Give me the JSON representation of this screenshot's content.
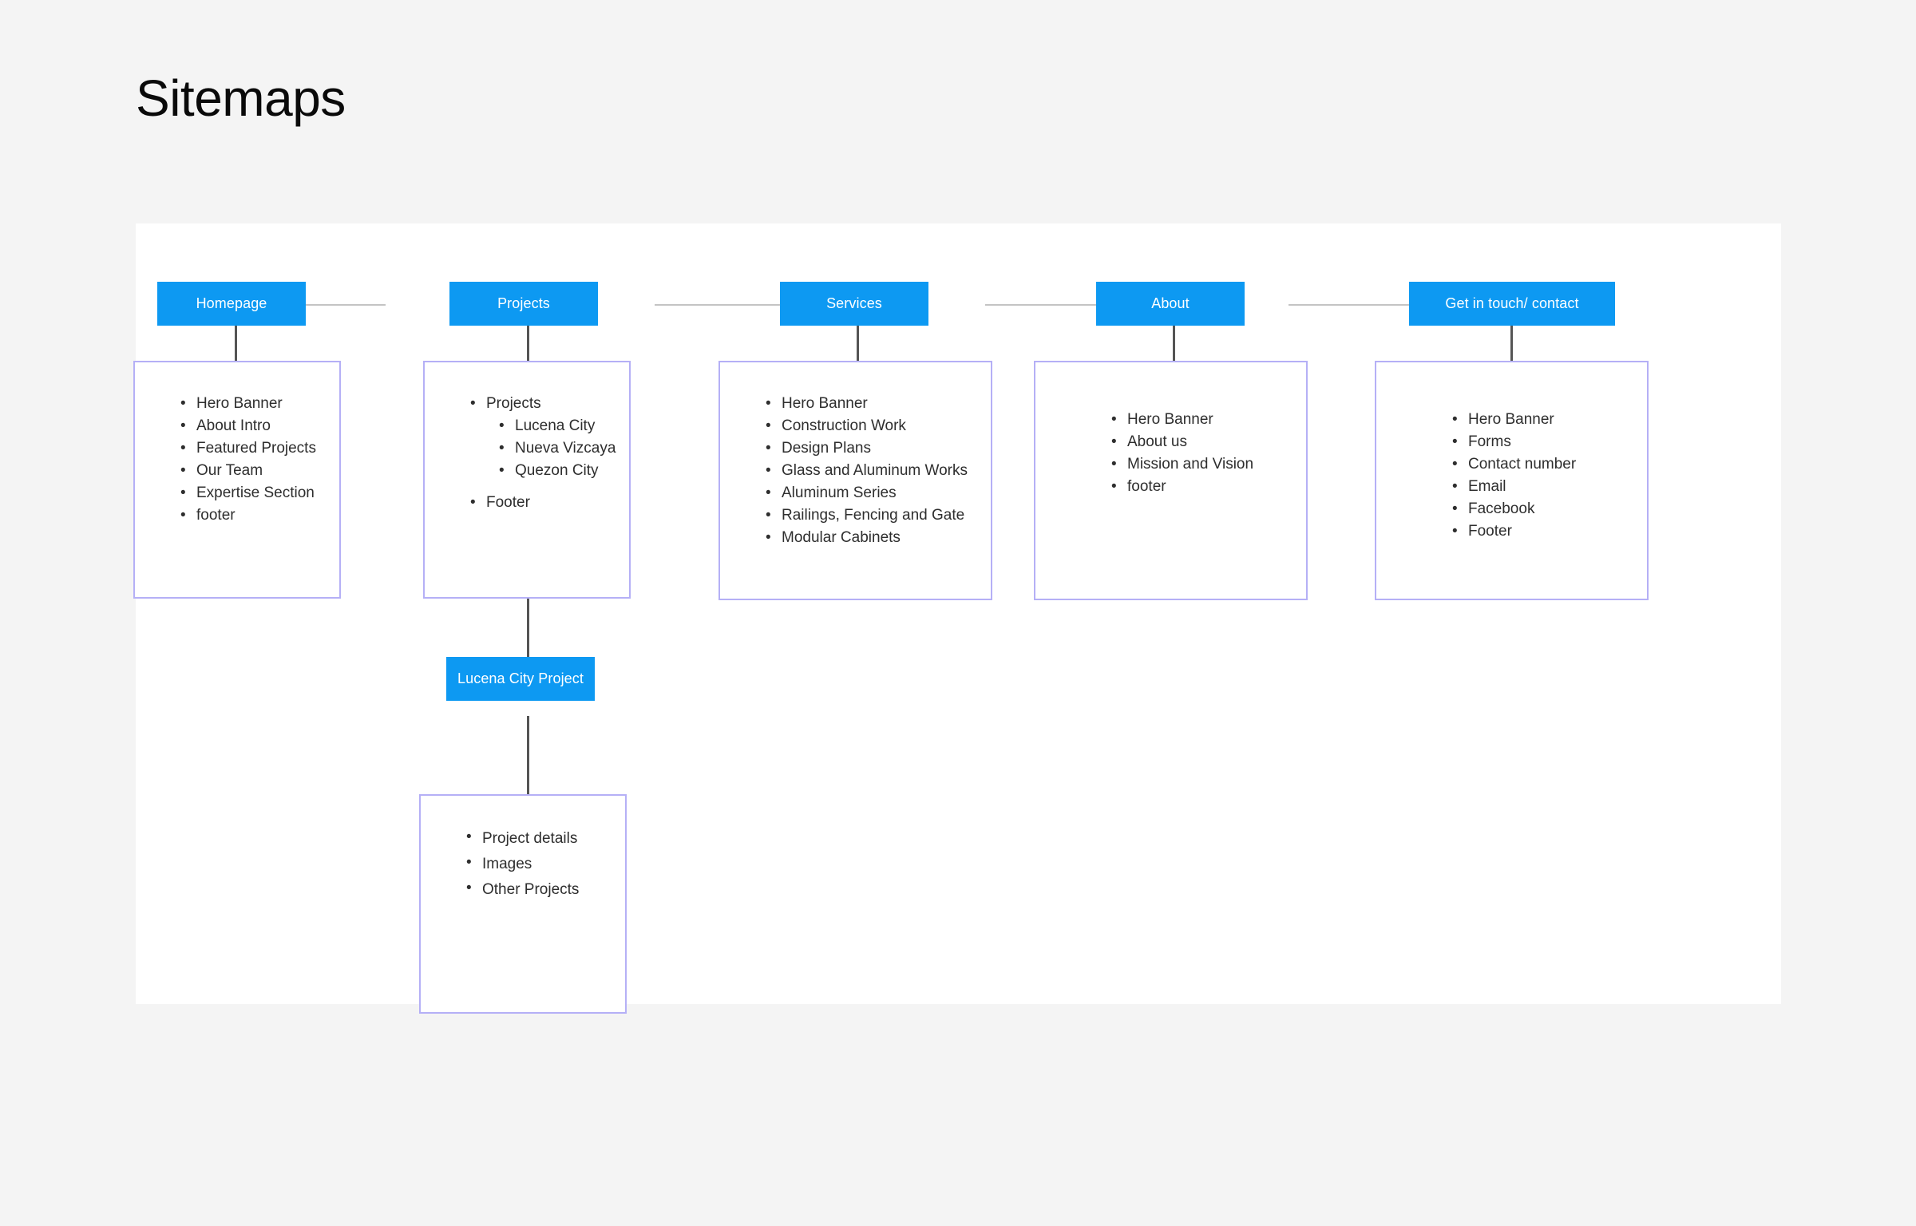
{
  "page": {
    "title": "Sitemaps",
    "colors": {
      "background": "#f4f4f4",
      "canvas": "#ffffff",
      "node_fill": "#0d99f2",
      "node_text": "#ffffff",
      "box_border": "#b5b0f6",
      "connector_horizontal": "#c4c4c4",
      "connector_vertical": "#555555",
      "list_text": "#2e2e2e"
    }
  },
  "diagram": {
    "type": "sitemap",
    "top_level": [
      {
        "id": "homepage",
        "label": "Homepage"
      },
      {
        "id": "projects",
        "label": "Projects"
      },
      {
        "id": "services",
        "label": "Services"
      },
      {
        "id": "about",
        "label": "About"
      },
      {
        "id": "contact",
        "label": "Get in touch/ contact"
      }
    ],
    "sections": {
      "homepage": {
        "items": [
          "Hero Banner",
          "About Intro",
          "Featured Projects",
          "Our Team",
          "Expertise Section",
          "footer"
        ]
      },
      "projects": {
        "items": [
          "Projects",
          "Lucena  City",
          "Nueva Vizcaya",
          "Quezon City",
          "Footer"
        ]
      },
      "services": {
        "items": [
          "Hero Banner",
          "Construction Work",
          "Design Plans",
          "Glass and Aluminum Works",
          "Aluminum Series",
          "Railings, Fencing and Gate",
          "Modular Cabinets"
        ]
      },
      "about": {
        "items": [
          "Hero Banner",
          "About us",
          "Mission and Vision",
          "footer"
        ]
      },
      "contact": {
        "items": [
          "Hero Banner",
          "Forms",
          "Contact number",
          "Email",
          "Facebook",
          "Footer"
        ]
      }
    },
    "child_node": {
      "id": "lucena-city-project",
      "label": "Lucena City Project",
      "items": [
        "Project details",
        "Images",
        "Other Projects"
      ]
    }
  }
}
